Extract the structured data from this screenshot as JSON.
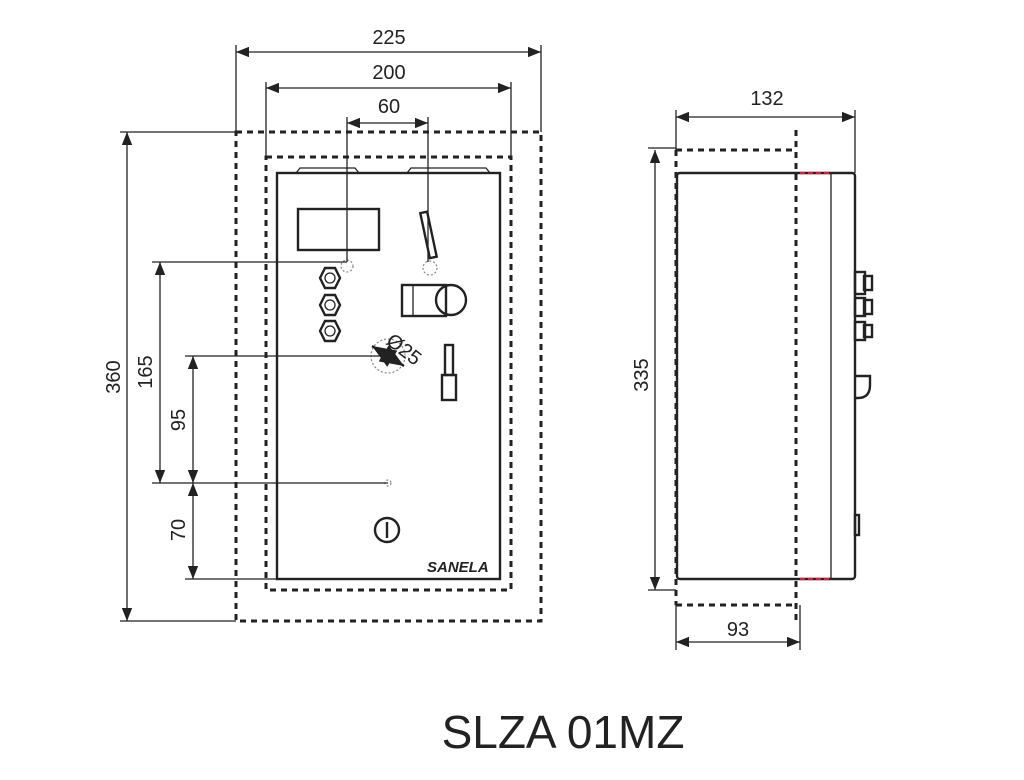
{
  "title": "SLZA 01MZ",
  "front_view": {
    "dims": {
      "width_outer": "225",
      "width_inner": "200",
      "spacing": "60",
      "height_outer": "360",
      "height_a": "165",
      "height_b": "95",
      "height_c": "70",
      "diameter": "Ø25"
    },
    "logo": "SANELA"
  },
  "side_view": {
    "dims": {
      "depth": "132",
      "recess_depth": "93",
      "height": "335"
    }
  },
  "colors": {
    "line": "#222222",
    "accent": "#d8203a"
  }
}
